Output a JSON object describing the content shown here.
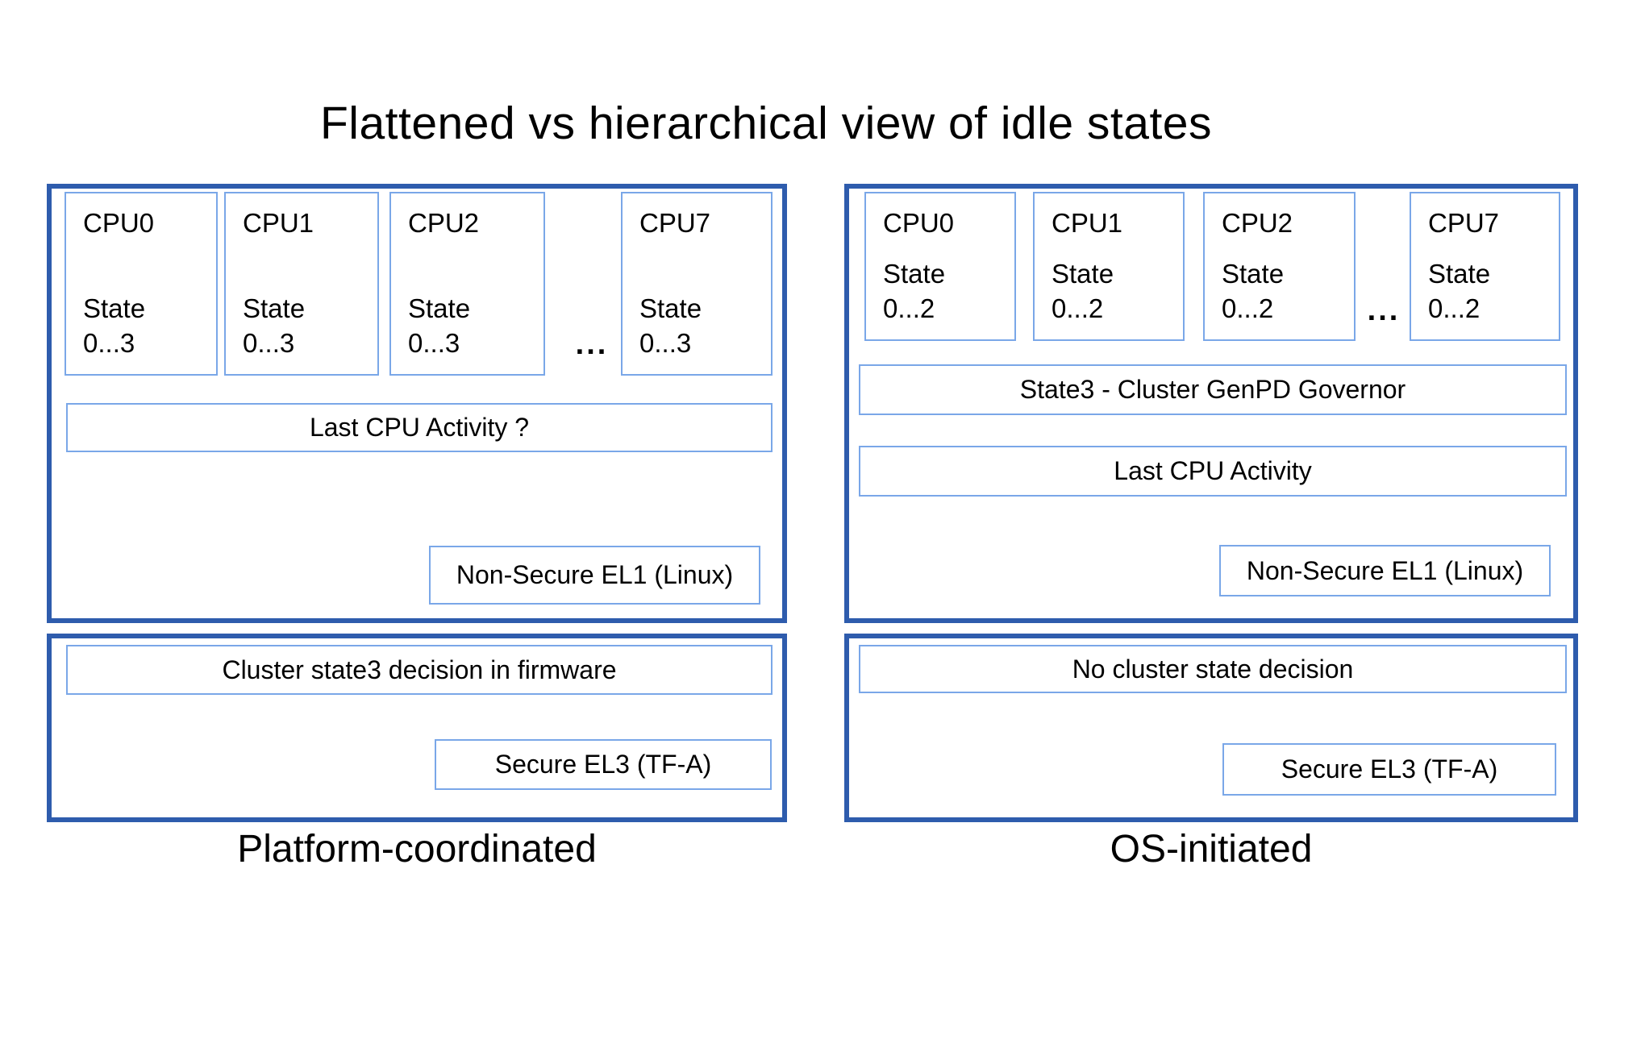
{
  "title": "Flattened vs hierarchical view of idle states",
  "colors": {
    "panel_border": "#2e5cad",
    "box_border": "#7aa7e8",
    "text": "#000000",
    "background": "#ffffff"
  },
  "diagram": {
    "left": {
      "caption": "Platform-coordinated",
      "cpus": [
        {
          "name": "CPU0",
          "state_label": "State",
          "state_range": "0...3"
        },
        {
          "name": "CPU1",
          "state_label": "State",
          "state_range": "0...3"
        },
        {
          "name": "CPU2",
          "state_label": "State",
          "state_range": "0...3"
        },
        {
          "name": "CPU7",
          "state_label": "State",
          "state_range": "0...3"
        }
      ],
      "ellipsis": "...",
      "activity_bar": "Last CPU Activity ?",
      "el1_box": "Non-Secure EL1 (Linux)",
      "firmware_bar": "Cluster state3 decision in firmware",
      "el3_box": "Secure EL3 (TF-A)"
    },
    "right": {
      "caption": "OS-initiated",
      "cpus": [
        {
          "name": "CPU0",
          "state_label": "State",
          "state_range": "0...2"
        },
        {
          "name": "CPU1",
          "state_label": "State",
          "state_range": "0...2"
        },
        {
          "name": "CPU2",
          "state_label": "State",
          "state_range": "0...2"
        },
        {
          "name": "CPU7",
          "state_label": "State",
          "state_range": "0...2"
        }
      ],
      "ellipsis": "...",
      "governor_bar": "State3 - Cluster GenPD Governor",
      "activity_bar": "Last CPU Activity",
      "el1_box": "Non-Secure EL1 (Linux)",
      "firmware_bar": "No cluster state decision",
      "el3_box": "Secure EL3 (TF-A)"
    }
  }
}
